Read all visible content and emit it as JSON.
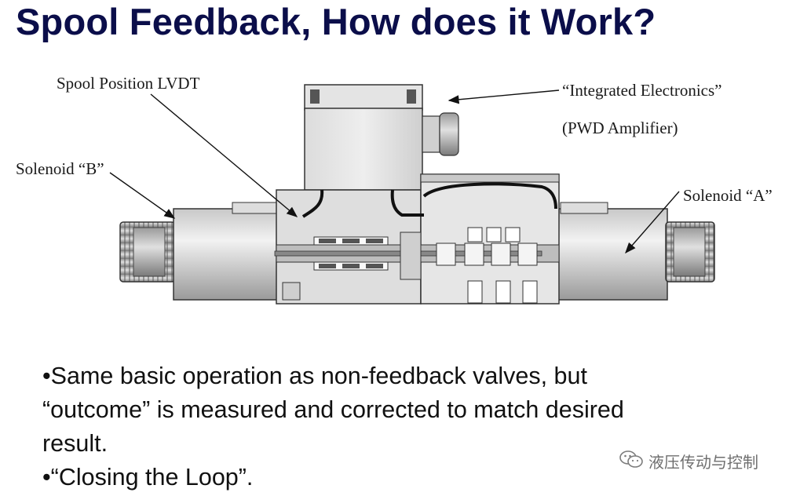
{
  "slide": {
    "title": "Spool Feedback, How does it Work?"
  },
  "diagram": {
    "labels": {
      "lvdt": "Spool Position LVDT",
      "electronics_line1": "“Integrated Electronics”",
      "electronics_line2": "(PWD Amplifier)",
      "solenoid_b": "Solenoid “B”",
      "solenoid_a": "Solenoid “A”"
    }
  },
  "bullets": [
    {
      "lines": [
        "•Same basic operation as non-feedback valves, but",
        "“outcome” is measured and corrected to match desired",
        "result."
      ]
    },
    {
      "lines": [
        "•“Closing the Loop”."
      ]
    }
  ],
  "watermark": {
    "icon": "wechat-icon",
    "text": "液压传动与控制"
  }
}
